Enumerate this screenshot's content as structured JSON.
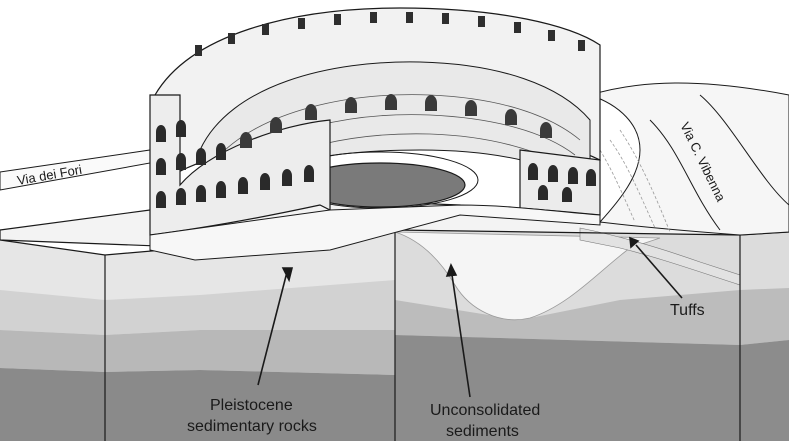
{
  "streets": {
    "via_dei_fori": "Via dei Fori",
    "via_c_vibenna": "Via C. Vibenna"
  },
  "labels": {
    "tuffs": "Tuffs",
    "pleistocene_line1": "Pleistocene",
    "pleistocene_line2": "sedimentary rocks",
    "unconsolidated_line1": "Unconsolidated",
    "unconsolidated_line2": "sediments"
  },
  "colors": {
    "ink": "#1a1a1a",
    "top_soil": "#ececec",
    "pleistocene_light": "#d9d9d9",
    "pleistocene_band": "#bdbdbd",
    "pleistocene_deep": "#8f8f8f",
    "sediments": "#f4f4f4",
    "arena_floor": "#7a7a7a",
    "stone": "#f2f2f2",
    "stone_shadow": "#3a3a3a"
  }
}
